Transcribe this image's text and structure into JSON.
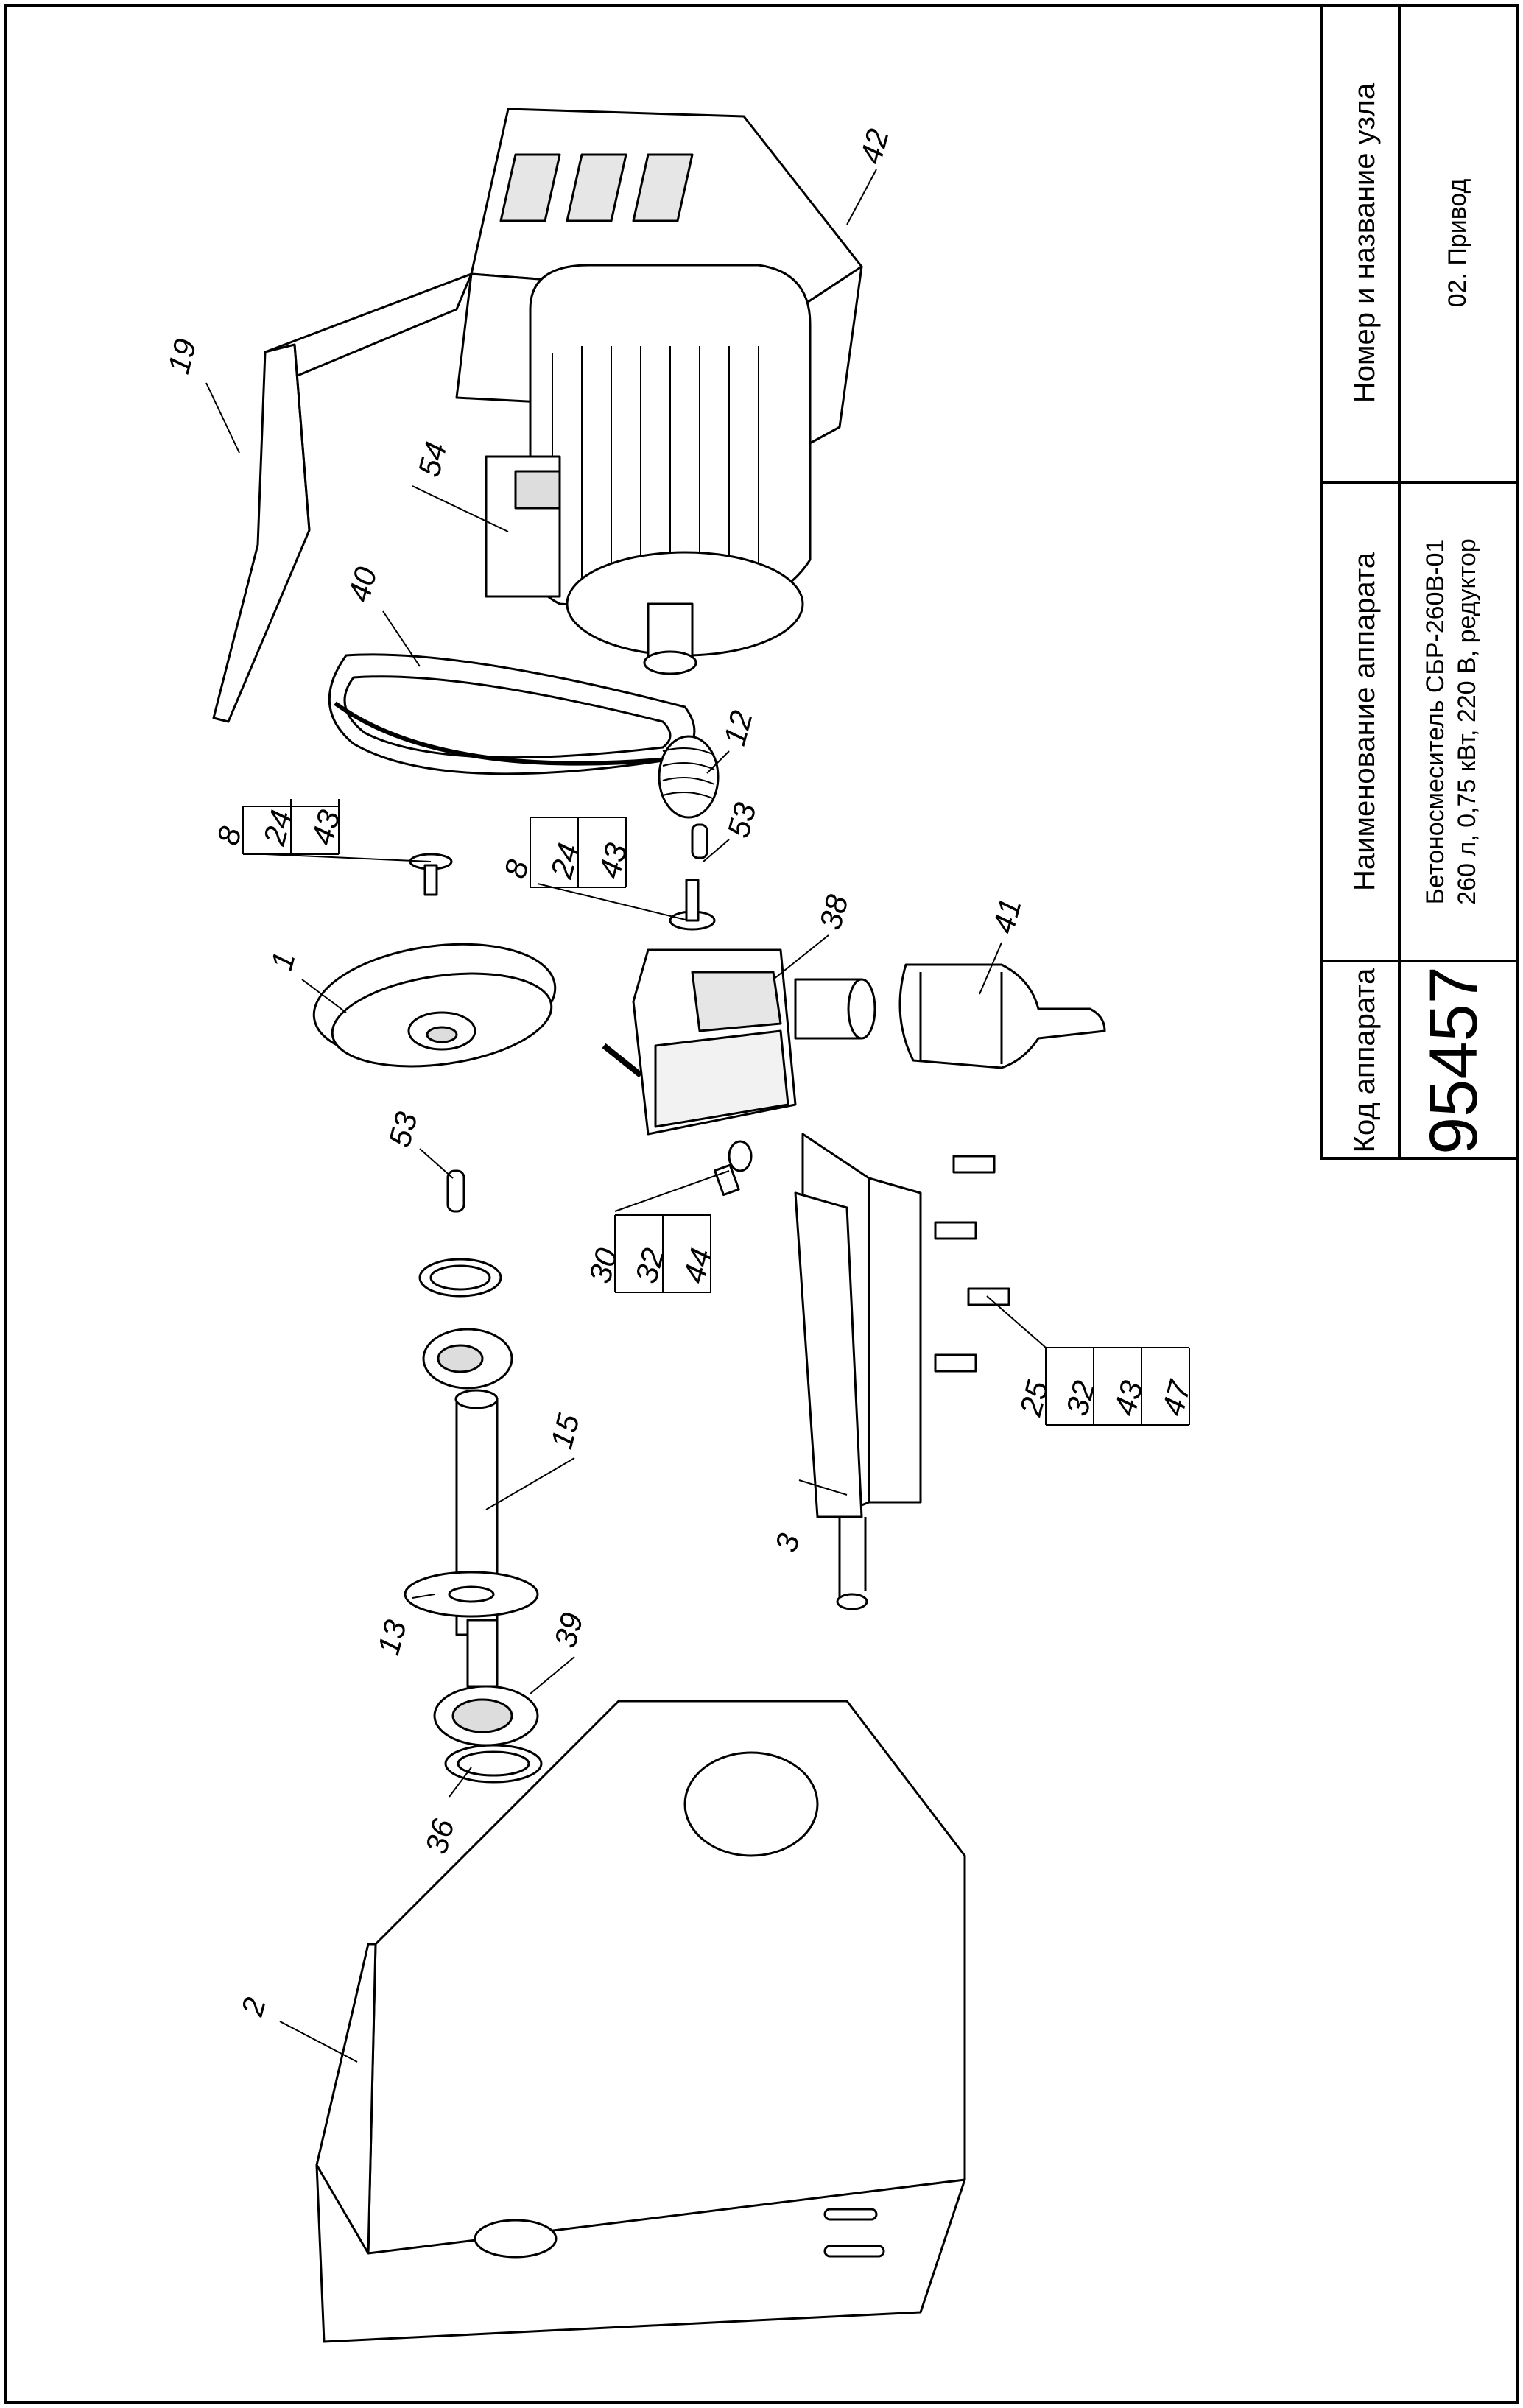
{
  "title_block": {
    "code_header": "Код аппарата",
    "code_value": "95457",
    "name_header": "Наименование аппарата",
    "name_line1": "Бетоносмеситель СБР-260В-01",
    "name_line2": "260 л, 0,75 кВт, 220 В, редуктор",
    "node_header": "Номер и название узла",
    "node_value": "02. Привод"
  },
  "callouts": {
    "c1": "1",
    "c2": "2",
    "c3": "3",
    "c12": "12",
    "c13": "13",
    "c15": "15",
    "c19": "19",
    "c36": "36",
    "c38": "38",
    "c39": "39",
    "c40": "40",
    "c41": "41",
    "c42": "42",
    "c53a": "53",
    "c53b": "53",
    "c54": "54",
    "g1": [
      "8",
      "24",
      "43"
    ],
    "g2": [
      "8",
      "24",
      "43"
    ],
    "g3": [
      "30",
      "32",
      "44"
    ],
    "g4": [
      "25",
      "32",
      "43",
      "47"
    ]
  }
}
